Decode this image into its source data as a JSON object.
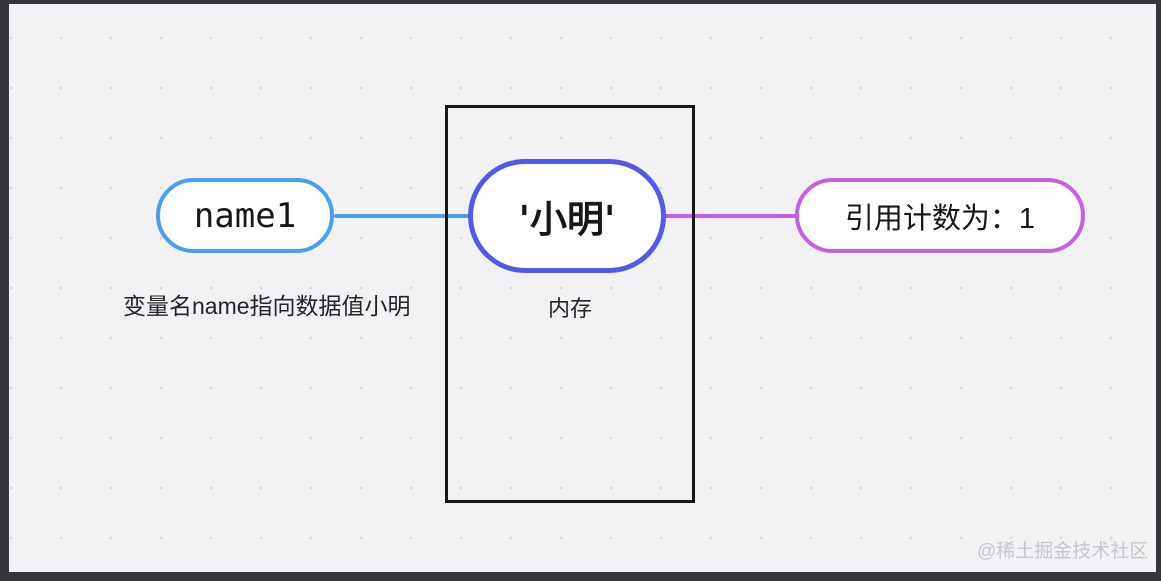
{
  "canvas": {
    "background": "#f2f2f4",
    "dot_color": "#d9d9dd",
    "frame_color": "#34363b"
  },
  "diagram": {
    "variable_node": {
      "label": "name1",
      "border_color": "#4a9df0"
    },
    "value_node": {
      "label": "'小明'",
      "border_color": "#5558ec"
    },
    "refcount_node": {
      "label": "引用计数为：1",
      "border_color": "#c461e3"
    },
    "memory_box": {
      "label": "内存",
      "border_color": "#17171a"
    },
    "variable_caption": "变量名name指向数据值小明",
    "connectors": {
      "variable_to_value_color": "#4a9df0",
      "value_to_refcount_color": "#c461e3"
    }
  },
  "watermark": {
    "text": "@稀土掘金技术社区"
  }
}
